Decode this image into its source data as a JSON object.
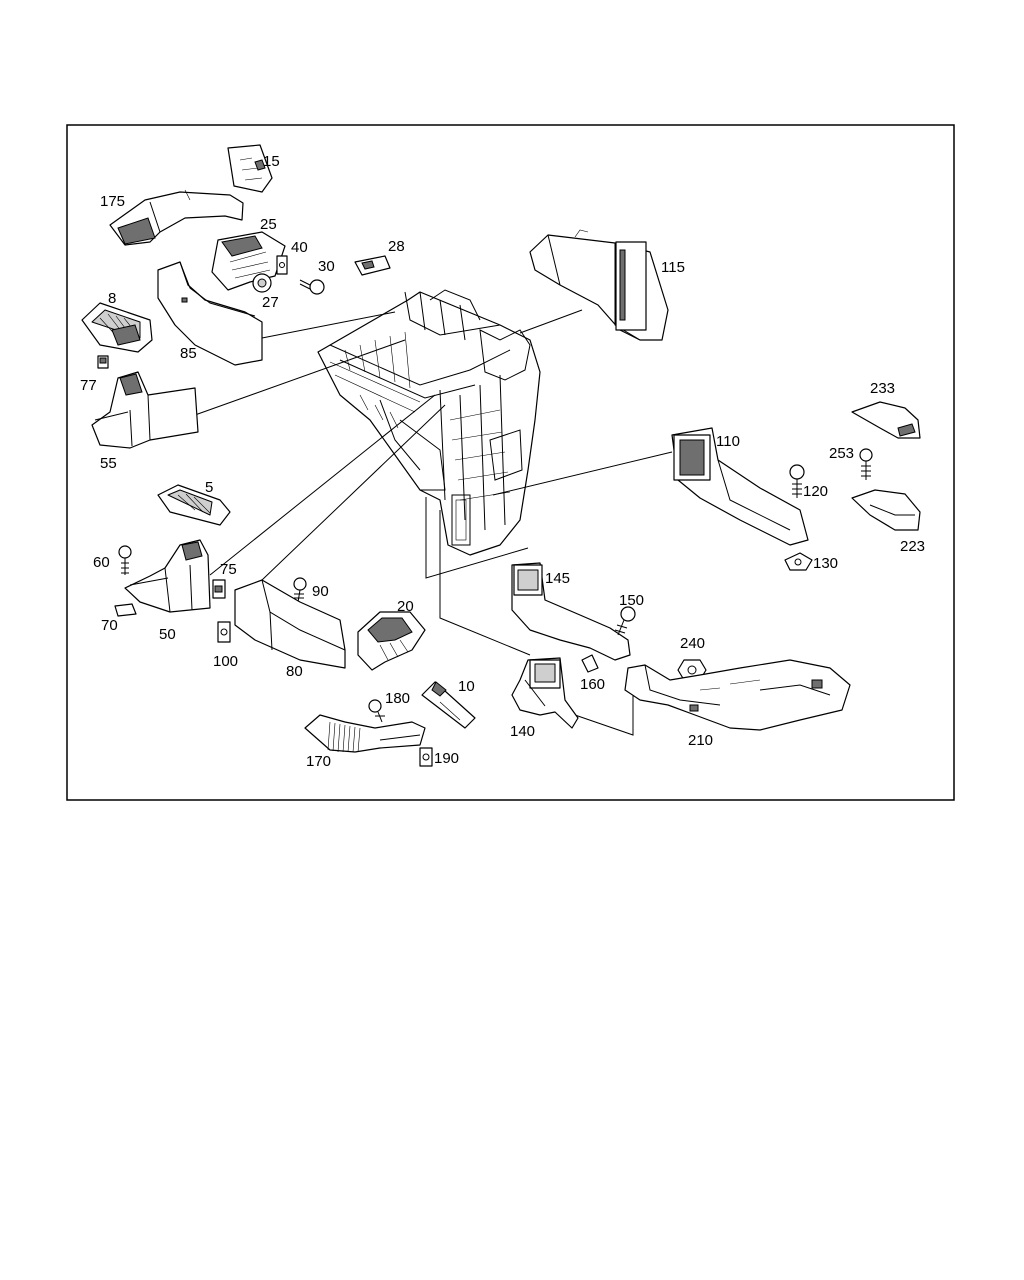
{
  "diagram": {
    "labels": {
      "p5": "5",
      "p8": "8",
      "p10": "10",
      "p15": "15",
      "p20": "20",
      "p25": "25",
      "p27": "27",
      "p28": "28",
      "p30": "30",
      "p40": "40",
      "p50": "50",
      "p55": "55",
      "p60": "60",
      "p70": "70",
      "p75": "75",
      "p77": "77",
      "p80": "80",
      "p85": "85",
      "p90": "90",
      "p100": "100",
      "p110": "110",
      "p115": "115",
      "p120": "120",
      "p130": "130",
      "p140": "140",
      "p145": "145",
      "p150": "150",
      "p160": "160",
      "p170": "170",
      "p175": "175",
      "p180": "180",
      "p190": "190",
      "p210": "210",
      "p223": "223",
      "p233": "233",
      "p240": "240",
      "p253": "253"
    }
  }
}
